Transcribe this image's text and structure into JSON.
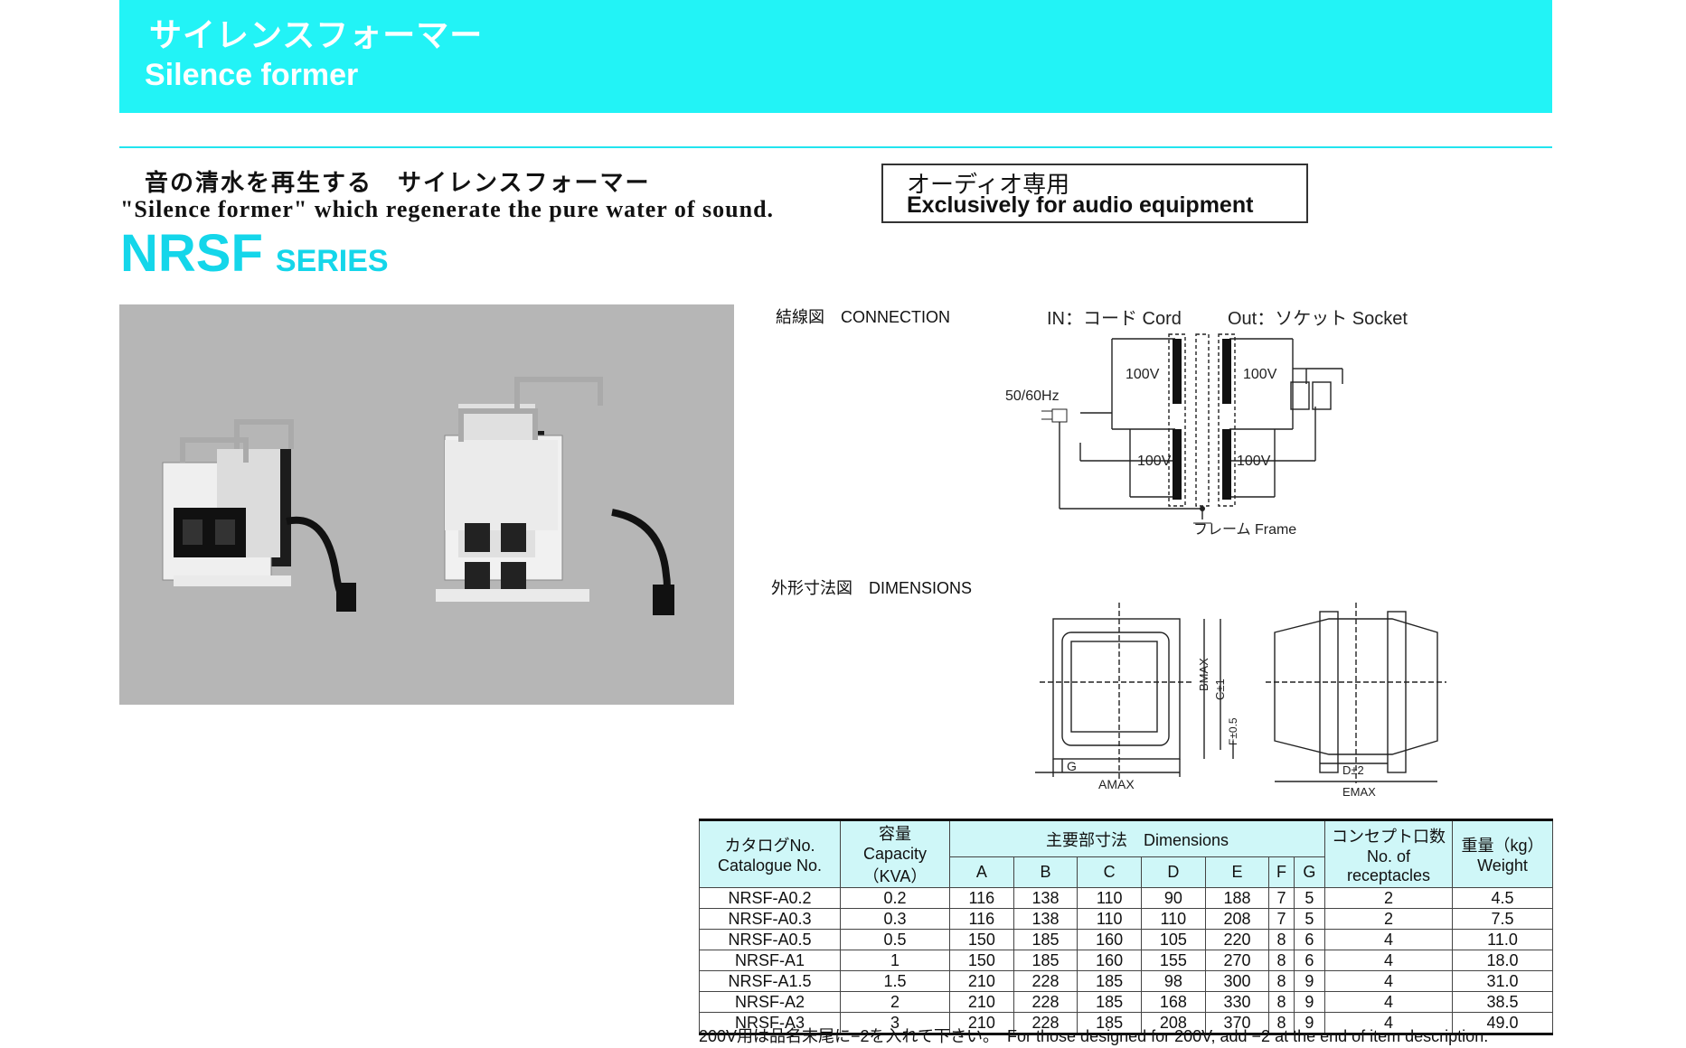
{
  "header": {
    "title_jp": "サイレンスフォーマー",
    "title_en": "Silence former"
  },
  "tagline": {
    "jp": "音の清水を再生する　サイレンスフォーマー",
    "en": "\"Silence former\" which regenerate the pure water of sound."
  },
  "series": {
    "name": "NRSF",
    "suffix": "SERIES"
  },
  "notice": {
    "jp": "オーディオ専用",
    "en": "Exclusively for audio equipment"
  },
  "connection": {
    "label": "結線図　CONNECTION",
    "in_label": "IN：コード Cord",
    "out_label": "Out：ソケット Socket",
    "freq": "50/60Hz",
    "v1": "100V",
    "v2": "100V",
    "v3": "100V",
    "v4": "100V",
    "frame": "フレーム Frame"
  },
  "dimensions": {
    "label": "外形寸法図　DIMENSIONS",
    "g": "G",
    "a": "AMAX",
    "b": "BMAX",
    "c": "C±1",
    "f": "F±0.5",
    "d": "D±2",
    "e": "EMAX"
  },
  "table": {
    "h_catalog_jp": "カタログNo.",
    "h_catalog_en": "Catalogue No.",
    "h_capacity": "容量　Capacity",
    "h_capacity_unit": "（KVA）",
    "h_dims": "主要部寸法　Dimensions",
    "h_receptacle_jp": "コンセプト口数",
    "h_receptacle_en": "No. of receptacles",
    "h_weight_jp": "重量（kg）",
    "h_weight_en": "Weight",
    "dim_cols": [
      "A",
      "B",
      "C",
      "D",
      "E",
      "F",
      "G"
    ],
    "rows": [
      [
        "NRSF-A0.2",
        "0.2",
        "116",
        "138",
        "110",
        "90",
        "188",
        "7",
        "5",
        "2",
        "4.5"
      ],
      [
        "NRSF-A0.3",
        "0.3",
        "116",
        "138",
        "110",
        "110",
        "208",
        "7",
        "5",
        "2",
        "7.5"
      ],
      [
        "NRSF-A0.5",
        "0.5",
        "150",
        "185",
        "160",
        "105",
        "220",
        "8",
        "6",
        "4",
        "11.0"
      ],
      [
        "NRSF-A1",
        "1",
        "150",
        "185",
        "160",
        "155",
        "270",
        "8",
        "6",
        "4",
        "18.0"
      ],
      [
        "NRSF-A1.5",
        "1.5",
        "210",
        "228",
        "185",
        "98",
        "300",
        "8",
        "9",
        "4",
        "31.0"
      ],
      [
        "NRSF-A2",
        "2",
        "210",
        "228",
        "185",
        "168",
        "330",
        "8",
        "9",
        "4",
        "38.5"
      ],
      [
        "NRSF-A3",
        "3",
        "210",
        "228",
        "185",
        "208",
        "370",
        "8",
        "9",
        "4",
        "49.0"
      ]
    ]
  },
  "footnote": "200V用は品名末尾に−2を入れて下さい。　For those designed for 200V, add −2 at the end of item description."
}
